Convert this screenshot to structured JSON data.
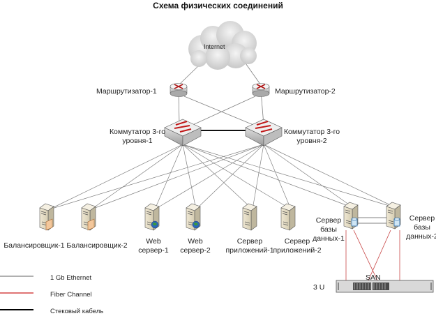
{
  "title": "Схема физических соединений",
  "cloud": {
    "label": "Internet",
    "icon": "cloud-icon"
  },
  "routers": [
    {
      "label": "Маршрутизатор-1",
      "icon": "router-icon"
    },
    {
      "label": "Маршрутизатор-2",
      "icon": "router-icon"
    }
  ],
  "switches": [
    {
      "label_line1": "Коммутатор 3-го",
      "label_line2": "уровня-1",
      "icon": "switch-icon"
    },
    {
      "label_line1": "Коммутатор 3-го",
      "label_line2": "уровня-2",
      "icon": "switch-icon"
    }
  ],
  "servers": [
    {
      "id": "lb1",
      "lines": [
        "Балансировщик-1"
      ],
      "icon": "load-balancer-server-icon"
    },
    {
      "id": "lb2",
      "lines": [
        "Балансировщик-2"
      ],
      "icon": "load-balancer-server-icon"
    },
    {
      "id": "web1",
      "lines": [
        "Web",
        "сервер-1"
      ],
      "icon": "web-server-icon"
    },
    {
      "id": "web2",
      "lines": [
        "Web",
        "сервер-2"
      ],
      "icon": "web-server-icon"
    },
    {
      "id": "app1",
      "lines": [
        "Сервер",
        "приложений-1"
      ],
      "icon": "app-server-icon"
    },
    {
      "id": "app2",
      "lines": [
        "Сервер",
        "приложений-2"
      ],
      "icon": "app-server-icon"
    },
    {
      "id": "db1",
      "lines": [
        "Сервер",
        "базы",
        "данных-1"
      ],
      "icon": "database-server-icon"
    },
    {
      "id": "db2",
      "lines": [
        "Сервер",
        "базы",
        "данных-2"
      ],
      "icon": "database-server-icon"
    }
  ],
  "san": {
    "label": "SAN",
    "size_label": "3 U",
    "icon": "storage-array-icon"
  },
  "legend": [
    {
      "label": "1 Gb Ethernet",
      "color": "#808080"
    },
    {
      "label": "Fiber Channel",
      "color": "#cc2222"
    },
    {
      "label": "Стековый кабель",
      "color": "#000000"
    }
  ],
  "colors": {
    "ethernet": "#808080",
    "fiber": "#c84646",
    "stack": "#111111"
  }
}
